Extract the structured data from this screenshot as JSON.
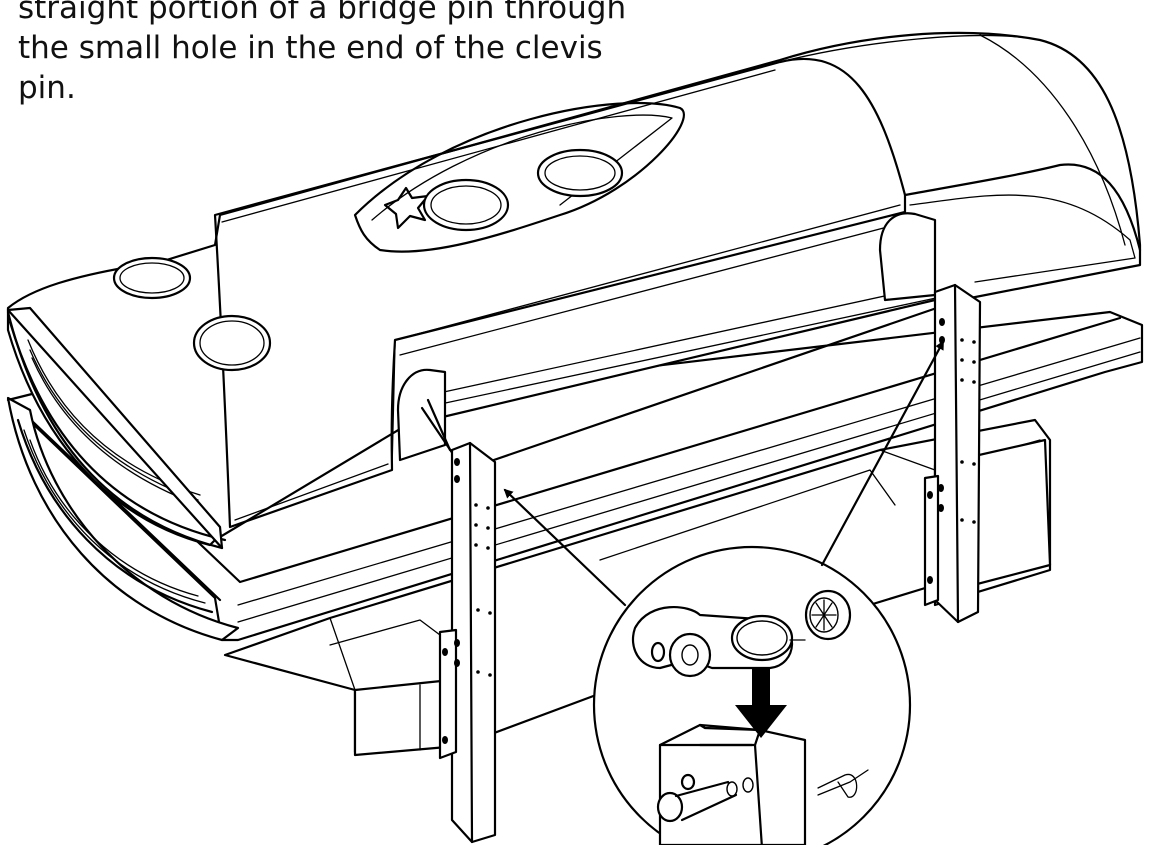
{
  "instruction": {
    "lines": [
      "straight portion of a bridge pin through",
      "the small hole in the end of the clevis",
      "pin."
    ]
  },
  "colors": {
    "line": "#000000",
    "background": "#ffffff"
  },
  "icons": [
    "arrow-to-left-post",
    "arrow-to-right-post",
    "arrow-down"
  ]
}
